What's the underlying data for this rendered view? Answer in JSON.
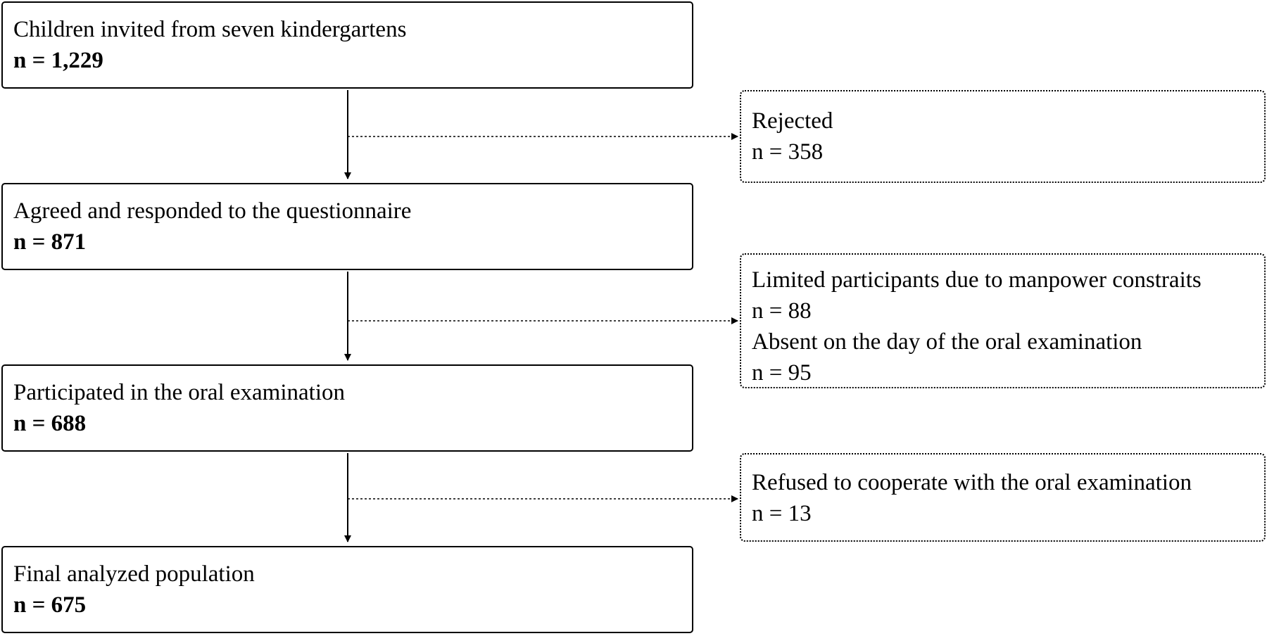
{
  "stages": [
    {
      "label": "Children invited from seven kindergartens",
      "count": "n = 1,229"
    },
    {
      "label": "Agreed and responded to the questionnaire",
      "count": "n = 871"
    },
    {
      "label": "Participated in the oral examination",
      "count": "n = 688"
    },
    {
      "label": "Final analyzed population",
      "count": "n = 675"
    }
  ],
  "exclusions": [
    {
      "lines": [
        "Rejected",
        "n = 358"
      ]
    },
    {
      "lines": [
        "Limited participants due to manpower constraits",
        "n = 88",
        "Absent on the day of the oral examination",
        "n = 95"
      ]
    },
    {
      "lines": [
        "Refused to cooperate with the oral examination",
        "n = 13"
      ]
    }
  ],
  "colors": {
    "line": "#000000",
    "background": "#ffffff"
  }
}
